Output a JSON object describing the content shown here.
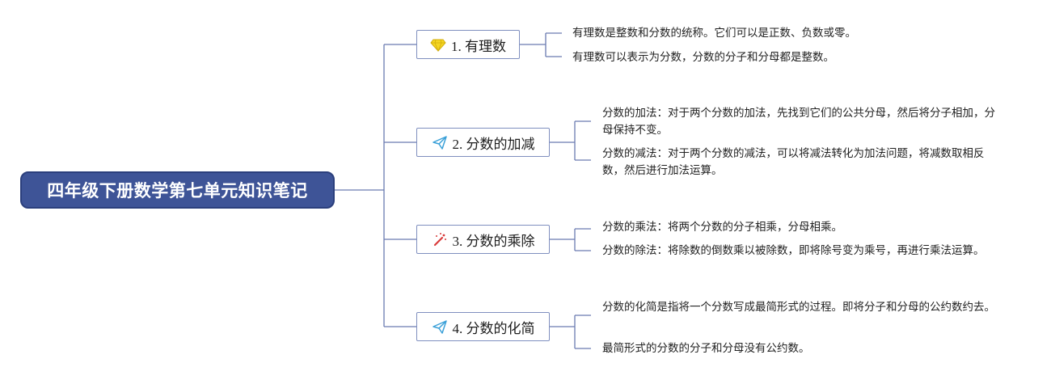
{
  "root": {
    "title": "四年级下册数学第七单元知识笔记"
  },
  "branches": [
    {
      "label": "1. 有理数",
      "icon": "diamond-icon",
      "notes": [
        "有理数是整数和分数的统称。它们可以是正数、负数或零。",
        "有理数可以表示为分数，分数的分子和分母都是整数。"
      ]
    },
    {
      "label": "2. 分数的加减",
      "icon": "paper-plane-icon",
      "notes": [
        "分数的加法：对于两个分数的加法，先找到它们的公共分母，然后将分子相加，分母保持不变。",
        "分数的减法：对于两个分数的减法，可以将减法转化为加法问题，将减数取相反数，然后进行加法运算。"
      ]
    },
    {
      "label": "3. 分数的乘除",
      "icon": "magic-wand-icon",
      "notes": [
        "分数的乘法：将两个分数的分子相乘，分母相乘。",
        "分数的除法：将除数的倒数乘以被除数，即将除号变为乘号，再进行乘法运算。"
      ]
    },
    {
      "label": "4. 分数的化简",
      "icon": "paper-plane-icon",
      "notes": [
        "分数的化简是指将一个分数写成最简形式的过程。即将分子和分母的公约数约去。",
        "最简形式的分数的分子和分母没有公约数。"
      ]
    }
  ],
  "colors": {
    "root_fill": "#3e5497",
    "connector": "#6a7bb0",
    "diamond": "#f5d622",
    "plane": "#3aa0d8",
    "wand": "#d93a3a"
  }
}
